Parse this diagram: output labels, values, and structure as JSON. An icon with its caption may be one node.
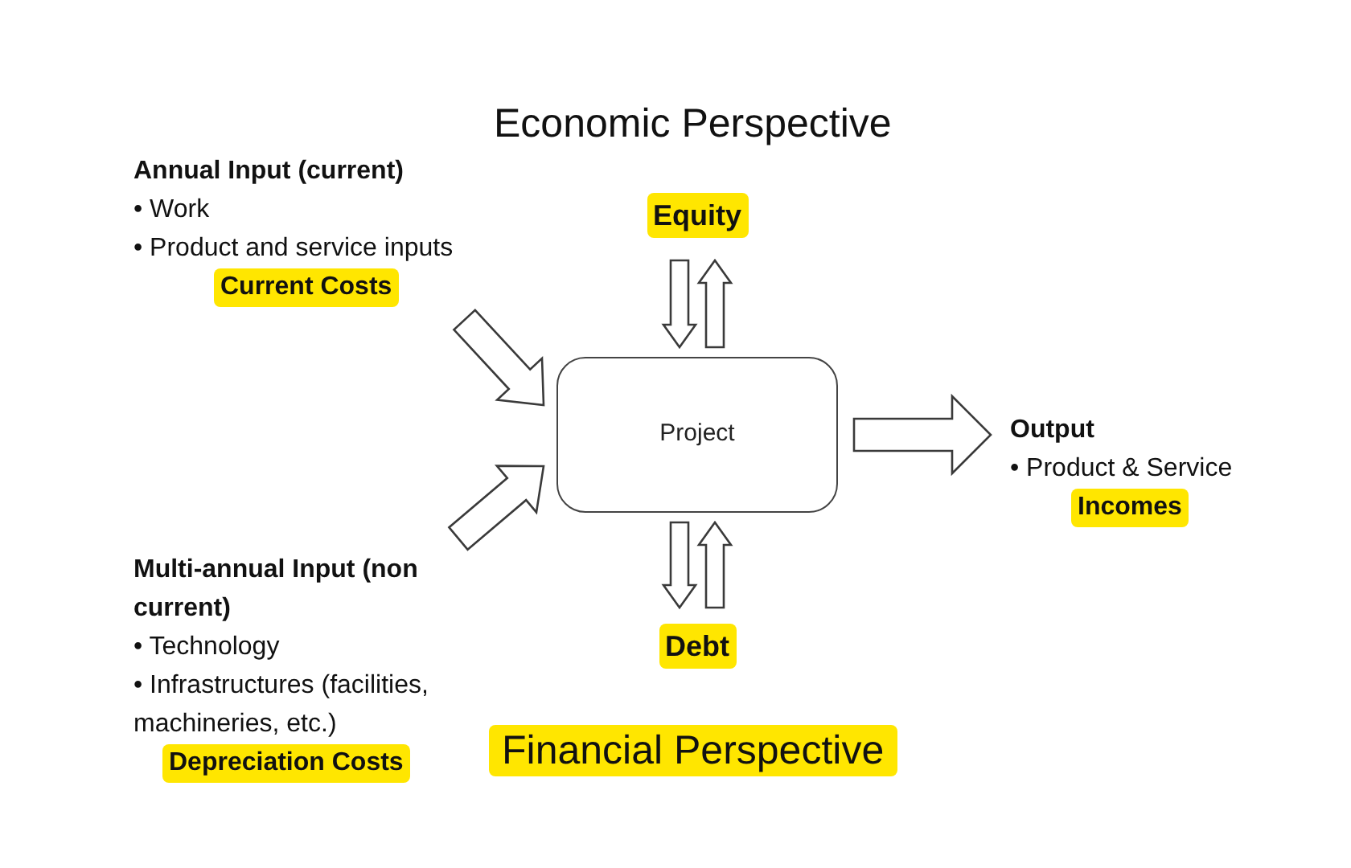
{
  "diagram": {
    "title": "Economic Perspective",
    "nodes": [
      {
        "text": [
          "Annual Input (current)",
          "• Work",
          "• Product and service inputs",
          "Current Costs"
        ]
      },
      {
        "text": [
          "Equity"
        ]
      },
      {
        "text": [
          "Project"
        ]
      },
      {
        "text": [
          "Output",
          "• Product & Service",
          "Incomes"
        ]
      },
      {
        "text": [
          "Multi-annual Input (non current)",
          "• Technology",
          "• Infrastructures (facilities, machineries, etc.)",
          "Depreciation Costs"
        ]
      },
      {
        "text": [
          "Debt"
        ]
      }
    ],
    "edges": [
      {
        "from": 0,
        "to": 2,
        "arrow": "to"
      },
      {
        "from": 4,
        "to": 2,
        "arrow": "to"
      },
      {
        "from": 2,
        "to": 3,
        "arrow": "to"
      },
      {
        "from": 1,
        "to": 2,
        "arrow": "to"
      },
      {
        "from": 2,
        "to": 1,
        "arrow": "to"
      },
      {
        "from": 2,
        "to": 5,
        "arrow": "to"
      },
      {
        "from": 5,
        "to": 2,
        "arrow": "to"
      }
    ],
    "labels": [
      "Financial Perspective"
    ]
  }
}
